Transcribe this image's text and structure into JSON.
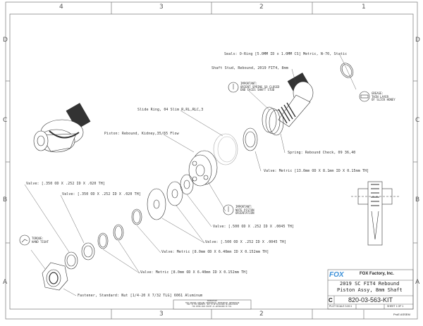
{
  "frame": {
    "columns": [
      "4",
      "3",
      "2",
      "1"
    ],
    "rows": [
      "D",
      "C",
      "B",
      "A"
    ],
    "bottom_columns": [
      "3",
      "2"
    ]
  },
  "callouts": {
    "seals": "Seals: O-Ring [5.0MM ID x 1.0MM CS] Metric, N-70, Static",
    "shaft_stud": "Shaft Stud, Rebound, 2019 FIT4, 8mm",
    "slide_ring": "Slide Ring, 04 Slim R,RL,RLC,3",
    "piston": "Piston: Rebound, Kidney,35/65 Flow",
    "spring": "Spring: Rebound Check, 09 36,40",
    "valve_13": "Valve: Metric [13.0mm OD X 8.1mm ID X 0.15mm TH]",
    "valve_350_a": "Valve: [.350 OD X .252 ID X .020 TH]",
    "valve_350_b": "Valve: [.350 OD X .252 ID X .020 TH]",
    "valve_500_a": "Valve: [.500 OD X .252 ID X .0045 TH]",
    "valve_500_b": "Valve: [.500 OD X .252 ID X .0045 TH]",
    "valve_8_a": "Valve: Metric [8.0mm OD X 6.40mm ID X 0.152mm TH]",
    "valve_8_b": "Valve: Metric [8.0mm OD X 6.40mm ID X 0.152mm TH]",
    "fastener": "Fastener, Standard: Nut [1/4-20 X 7/32 TLG] 6061 Aluminum"
  },
  "notes": {
    "spring_orient": "IMPORTANT:\nORIENT SPRING SO CLOSED\nEND FACES SHAFT STUD",
    "grease": "GREASE:\nTHIN LAYER\nOF SLICK HONEY",
    "piston_orient": "IMPORTANT:\nNOTE PISTON\nORIENTATION",
    "torque": "TORQUE:\nHAND TIGHT",
    "proprietary": "PROPRIETARY\nTHIS DRAWING CONTAINS CONFIDENTIAL PROPRIETARY INFORMATION\nTHAT IS FOX PROPERTY. NOT TO BE DISCLOSED OR DUPLICATED\nFOR OTHER USES EXCEPT AS AUTHORIZED BY FOX."
  },
  "title_block": {
    "logo": "FOX",
    "company": "FOX Factory, Inc.",
    "title_line1": "2019 SC FIT4 Rebound",
    "title_line2": "Piston Assy, 8mm Shaft",
    "size": "C",
    "drawing_number": "820-03-563-KIT",
    "scale": "PLOT SCALE 3.00:1",
    "sheet": "SHEET 1 OF 1",
    "footer": "ProE ASSEM"
  }
}
